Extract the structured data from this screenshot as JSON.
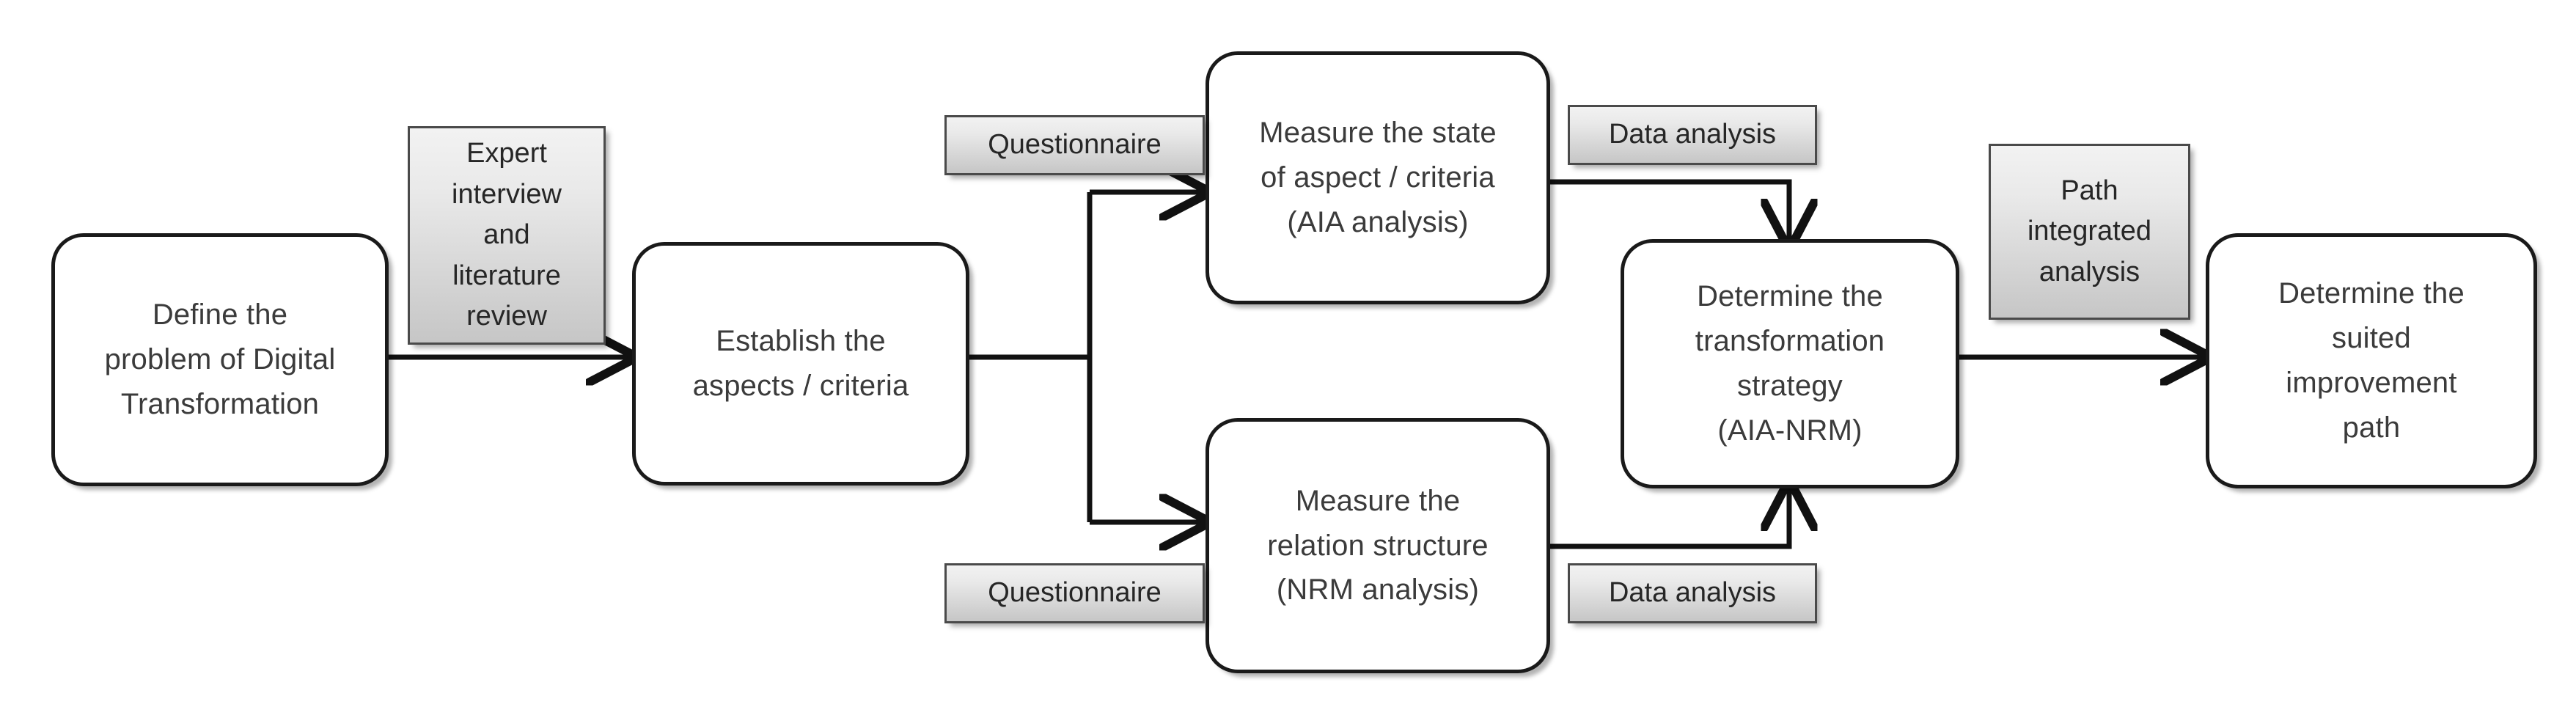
{
  "diagram": {
    "title": "Digital Transformation analysis procedure flowchart",
    "background_color": "#ffffff",
    "node_fill": "#ffffff",
    "node_stroke": "#1a1a1a",
    "tag_fill_top": "#f2f2f2",
    "tag_fill_bottom": "#c6c6c6",
    "tag_stroke": "#4a4a4a",
    "text_color": "#3b3b3b",
    "connector_color": "#111111"
  },
  "nodes": [
    {
      "id": "define-problem",
      "label": "Define the\nproblem of Digital\nTransformation"
    },
    {
      "id": "establish-aspects",
      "label": "Establish the\naspects / criteria"
    },
    {
      "id": "measure-state-aia",
      "label": "Measure the state\nof aspect / criteria\n(AIA analysis)"
    },
    {
      "id": "measure-relation-nrm",
      "label": "Measure the\nrelation structure\n(NRM analysis)"
    },
    {
      "id": "determine-strategy",
      "label": "Determine the\ntransformation\nstrategy\n(AIA-NRM)"
    },
    {
      "id": "determine-path",
      "label": "Determine the\nsuited\nimprovement\npath"
    }
  ],
  "tags": [
    {
      "id": "expert-interview",
      "label": "Expert\ninterview\nand\nliterature\nreview"
    },
    {
      "id": "questionnaire-top",
      "label": "Questionnaire"
    },
    {
      "id": "questionnaire-bottom",
      "label": "Questionnaire"
    },
    {
      "id": "data-analysis-top",
      "label": "Data analysis"
    },
    {
      "id": "data-analysis-bottom",
      "label": "Data analysis"
    },
    {
      "id": "path-integrated",
      "label": "Path\nintegrated\nanalysis"
    }
  ],
  "connectors": [
    {
      "id": "define-to-establish",
      "from": "define-problem",
      "to": "establish-aspects",
      "label": "expert-interview",
      "style": "straight-right"
    },
    {
      "id": "establish-split",
      "from": "establish-aspects",
      "to": "branch-trunk",
      "label": "",
      "style": "tee"
    },
    {
      "id": "branch-to-aia",
      "from": "branch-trunk",
      "to": "measure-state-aia",
      "label": "questionnaire-top",
      "style": "elbow-up-right"
    },
    {
      "id": "branch-to-nrm",
      "from": "branch-trunk",
      "to": "measure-relation-nrm",
      "label": "questionnaire-bottom",
      "style": "elbow-down-right"
    },
    {
      "id": "aia-to-strategy",
      "from": "measure-state-aia",
      "to": "determine-strategy",
      "label": "data-analysis-top",
      "style": "elbow-right-down"
    },
    {
      "id": "nrm-to-strategy",
      "from": "measure-relation-nrm",
      "to": "determine-strategy",
      "label": "data-analysis-bottom",
      "style": "elbow-right-up"
    },
    {
      "id": "strategy-to-path",
      "from": "determine-strategy",
      "to": "determine-path",
      "label": "path-integrated",
      "style": "straight-right"
    }
  ]
}
